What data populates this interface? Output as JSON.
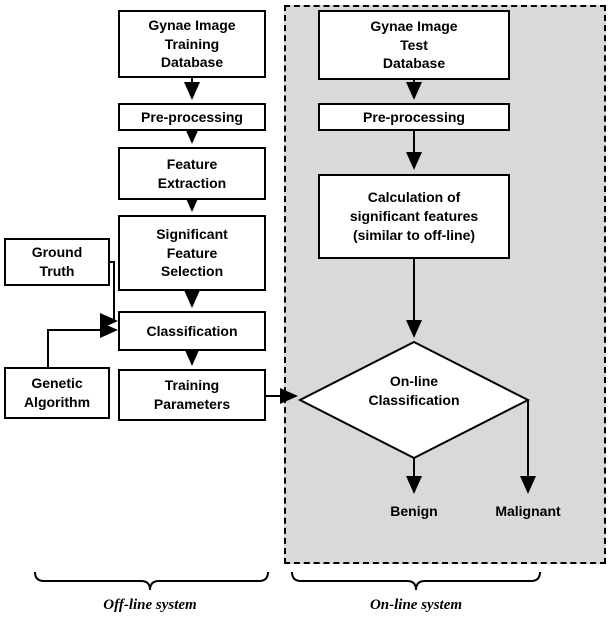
{
  "offline": {
    "system_label": "Off-line system",
    "boxes": {
      "training_database": "Gynae Image\nTraining\nDatabase",
      "preprocessing": "Pre-processing",
      "feature_extraction": "Feature\nExtraction",
      "significant_feature_selection": "Significant\nFeature\nSelection",
      "classification": "Classification",
      "training_parameters": "Training\nParameters",
      "ground_truth": "Ground\nTruth",
      "genetic_algorithm": "Genetic\nAlgorithm"
    }
  },
  "online": {
    "system_label": "On-line system",
    "boxes": {
      "test_database": "Gynae Image\nTest\nDatabase",
      "preprocessing": "Pre-processing",
      "calculation_of_significant_features": "Calculation of\nsignificant features\n(similar to off-line)",
      "online_classification": "On-line\nClassification"
    },
    "outcomes": {
      "benign": "Benign",
      "malignant": "Malignant"
    }
  },
  "colors": {
    "box_border": "#000000",
    "box_fill": "#ffffff",
    "online_region_fill": "#d9d9d9",
    "arrow": "#000000",
    "text": "#000000"
  }
}
